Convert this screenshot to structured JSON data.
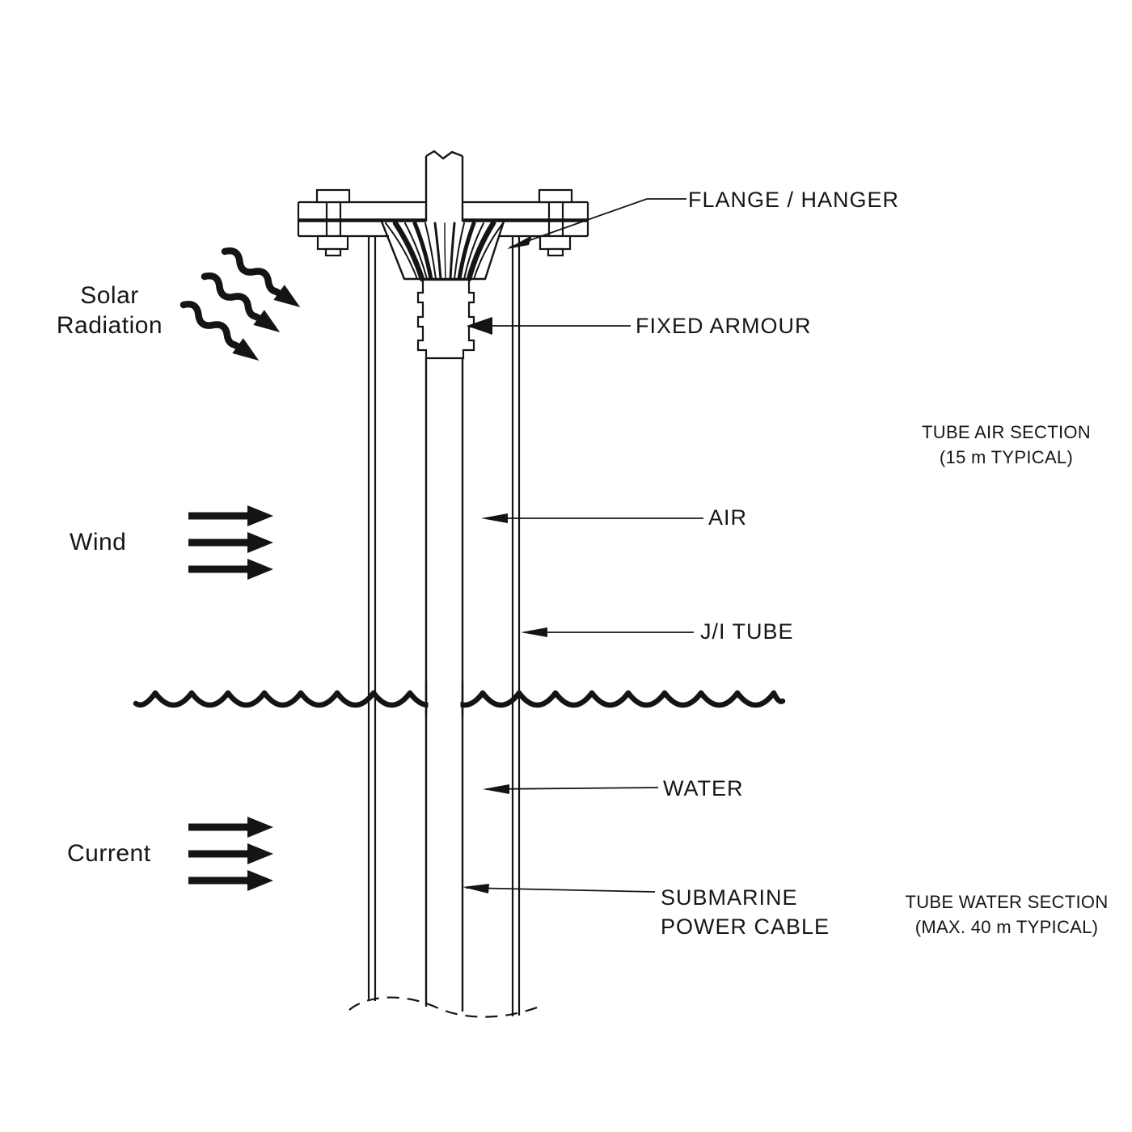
{
  "labels": {
    "flange_hanger": "FLANGE / HANGER",
    "fixed_armour": "FIXED ARMOUR",
    "air": "AIR",
    "ji_tube": "J/I TUBE",
    "water": "WATER",
    "submarine_line1": "SUBMARINE",
    "submarine_line2": "POWER CABLE"
  },
  "annotations": {
    "air_section_line1": "TUBE AIR SECTION",
    "air_section_line2": "(15 m TYPICAL)",
    "water_section_line1": "TUBE WATER SECTION",
    "water_section_line2": "(MAX. 40 m TYPICAL)"
  },
  "environment": {
    "solar_line1": "Solar",
    "solar_line2": "Radiation",
    "wind": "Wind",
    "current": "Current"
  },
  "icons": {
    "solar_radiation": "three-wavy-arrows-down-right",
    "wind": "three-straight-arrows-right",
    "current": "three-straight-arrows-right",
    "leaders": "thin-line-with-solid-triangular-arrowhead",
    "waterline": "scalloped-water-surface-symbol",
    "break_line": "dashed-s-curve-break"
  },
  "colors": {
    "ink": "#141414",
    "background": "#ffffff"
  }
}
